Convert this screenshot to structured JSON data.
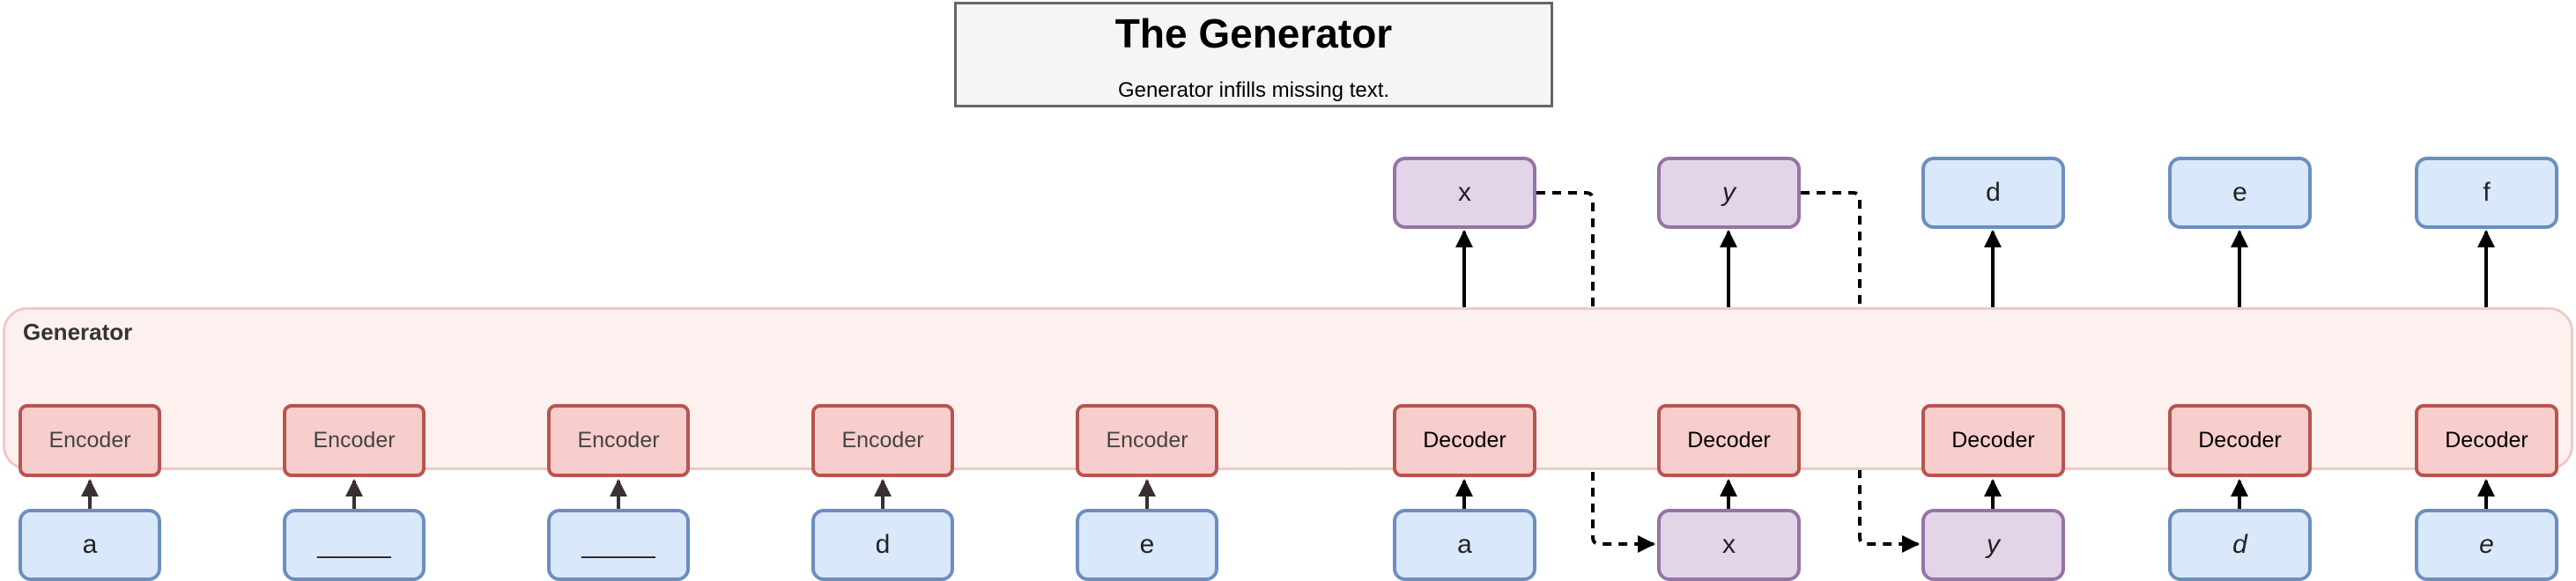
{
  "header": {
    "title": "The Generator",
    "subtitle": "Generator infills missing text."
  },
  "panel": {
    "label": "Generator"
  },
  "encoder": {
    "labels": [
      "Encoder",
      "Encoder",
      "Encoder",
      "Encoder",
      "Encoder"
    ],
    "inputs": [
      "a",
      "_____",
      "_____",
      "d",
      "e"
    ]
  },
  "decoder": {
    "labels": [
      "Decoder",
      "Decoder",
      "Decoder",
      "Decoder",
      "Decoder"
    ],
    "inputs": [
      "a",
      "x",
      "y",
      "d",
      "e"
    ],
    "outputs": [
      "x",
      "y",
      "d",
      "e",
      "f"
    ]
  },
  "colors": {
    "red_arrow": "#cc1f1f",
    "black_arrow": "#000000",
    "encoder_fill": "#f8cecc",
    "blue_fill": "#dae8fc",
    "purple_fill": "#e1d5e7"
  }
}
